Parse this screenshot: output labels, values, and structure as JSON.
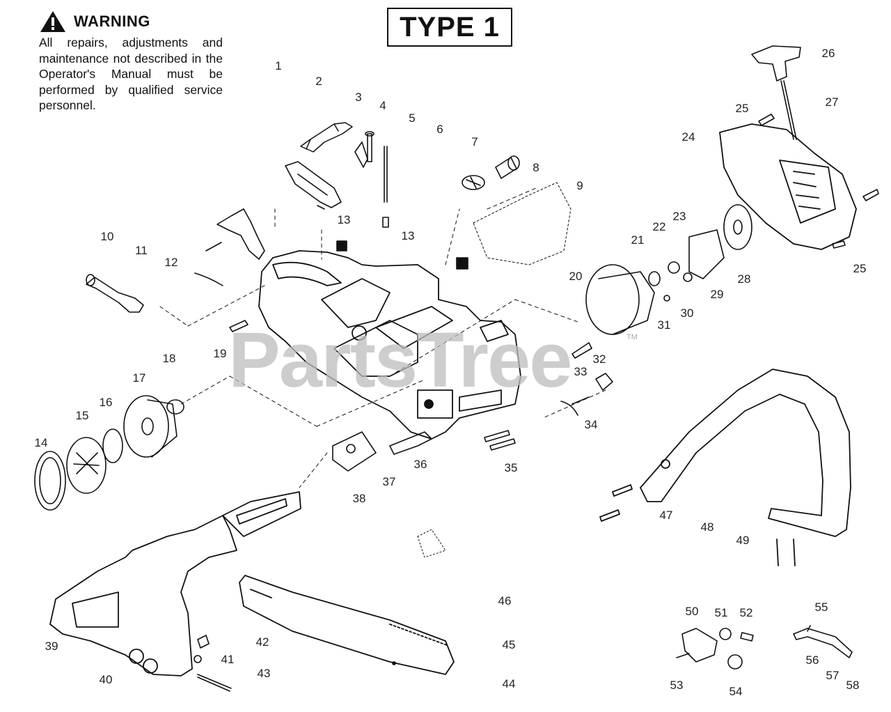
{
  "warning": {
    "title": "WARNING",
    "text": "All repairs, adjustments and maintenance not described in the Operator's Manual must be performed by qualified service personnel."
  },
  "type_label": "TYPE 1",
  "watermark": "PartsTree",
  "watermark_tm": "TM",
  "callouts": [
    "1",
    "2",
    "3",
    "4",
    "5",
    "6",
    "7",
    "8",
    "9",
    "10",
    "11",
    "12",
    "13",
    "13",
    "14",
    "15",
    "16",
    "17",
    "18",
    "19",
    "20",
    "21",
    "22",
    "23",
    "24",
    "25",
    "25",
    "26",
    "27",
    "28",
    "29",
    "30",
    "31",
    "32",
    "33",
    "34",
    "35",
    "36",
    "37",
    "38",
    "39",
    "40",
    "41",
    "42",
    "43",
    "44",
    "45",
    "46",
    "47",
    "48",
    "49",
    "50",
    "51",
    "52",
    "53",
    "54",
    "55",
    "56",
    "57",
    "58"
  ]
}
